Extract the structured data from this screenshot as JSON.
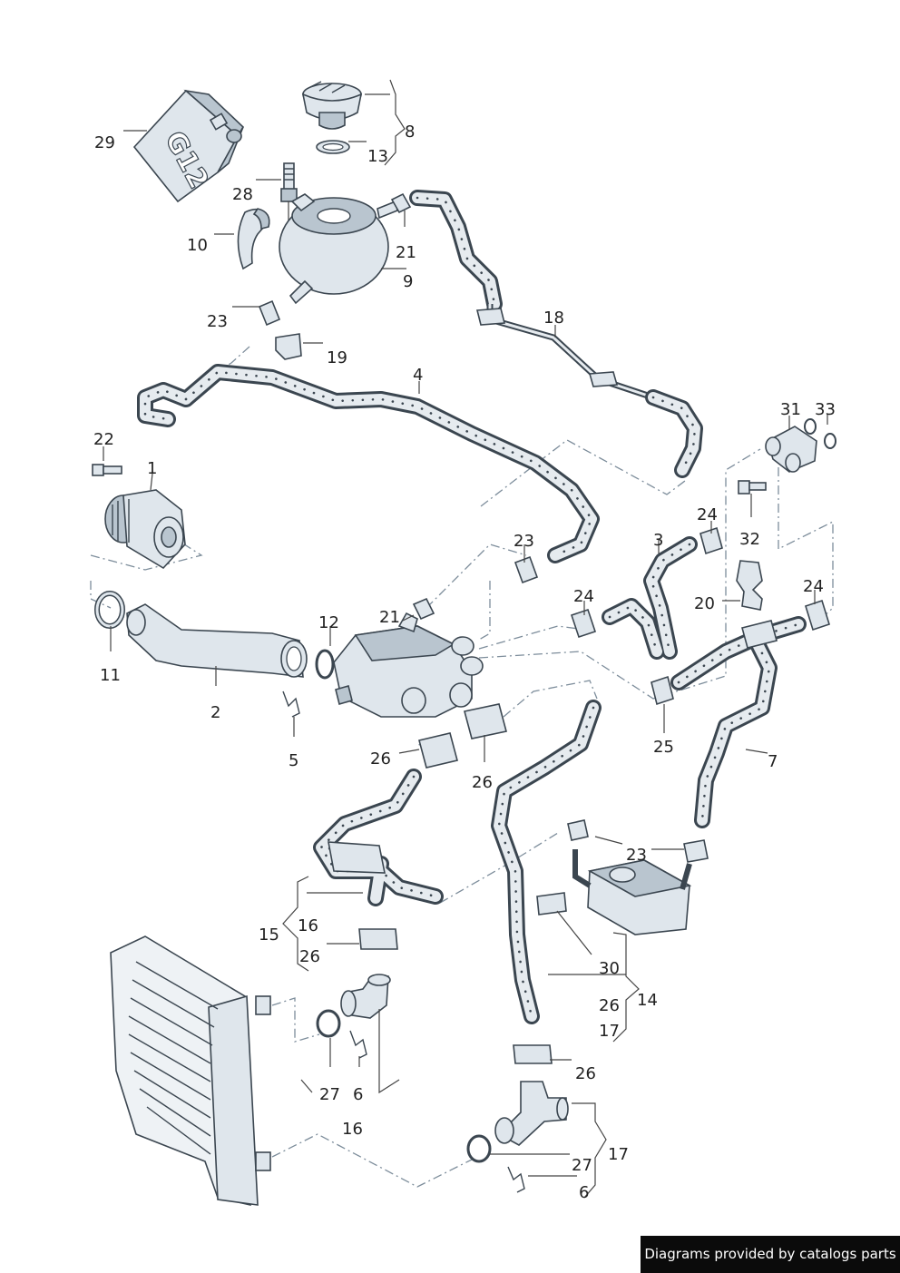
{
  "diagram": {
    "callouts": [
      "29",
      "8",
      "13",
      "28",
      "10",
      "21",
      "9",
      "23",
      "19",
      "18",
      "4",
      "22",
      "1",
      "31",
      "33",
      "3",
      "24",
      "32",
      "23",
      "20",
      "24",
      "11",
      "12",
      "21",
      "24",
      "2",
      "5",
      "25",
      "7",
      "26",
      "26",
      "23",
      "15",
      "16",
      "26",
      "30",
      "26",
      "14",
      "17",
      "27",
      "6",
      "16",
      "26",
      "17",
      "27",
      "6"
    ],
    "canister_marking": "G12"
  },
  "footer": {
    "credit": "Diagrams provided by catalogs parts"
  }
}
